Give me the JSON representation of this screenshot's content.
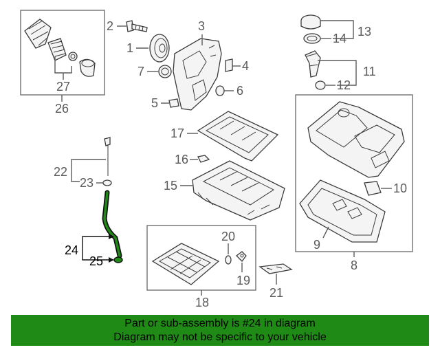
{
  "diagram": {
    "callouts": {
      "c1": "1",
      "c2": "2",
      "c3": "3",
      "c4": "4",
      "c5": "5",
      "c6": "6",
      "c7": "7",
      "c8": "8",
      "c9": "9",
      "c10": "10",
      "c11": "11",
      "c12": "12",
      "c13": "13",
      "c14": "14",
      "c15": "15",
      "c16": "16",
      "c17": "17",
      "c18": "18",
      "c19": "19",
      "c20": "20",
      "c21": "21",
      "c22": "22",
      "c23": "23",
      "c24": "24",
      "c25": "25",
      "c26": "26",
      "c27": "27"
    },
    "highlighted_part": "24",
    "highlight_color": "#1f8a15"
  },
  "banner": {
    "line1": "Part or sub-assembly is #24 in diagram",
    "line2": "Diagram may not be specific to your vehicle",
    "background": "#1f8a15"
  }
}
